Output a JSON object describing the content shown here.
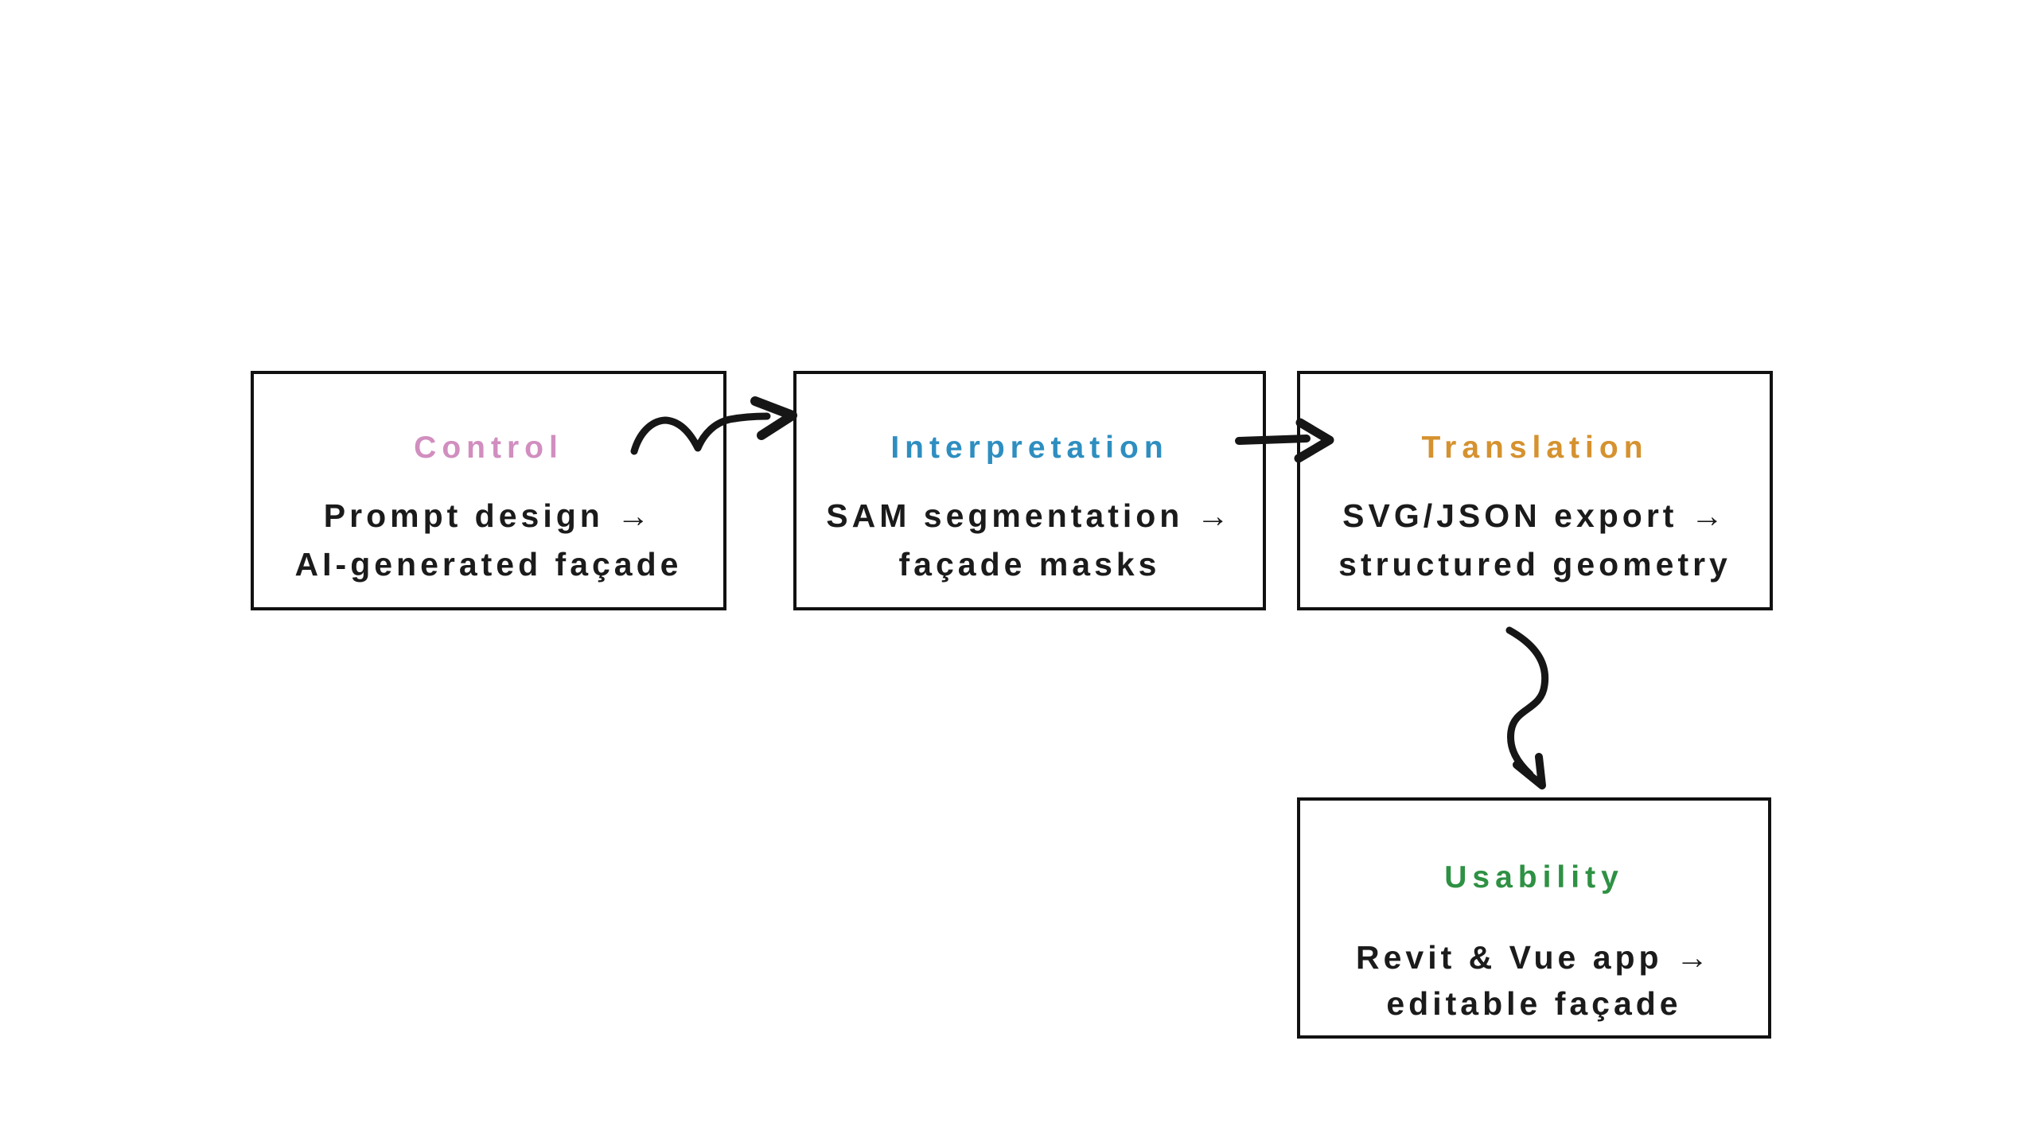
{
  "diagram": {
    "background_color": "#ffffff",
    "border_color": "#111111",
    "body_text_color": "#1b1b1b",
    "arrow_color": "#161616",
    "boxes": [
      {
        "id": "control",
        "title": "Control",
        "title_color": "#d18ebf",
        "line1": "Prompt design →",
        "line2": "AI-generated façade"
      },
      {
        "id": "interpretation",
        "title": "Interpretation",
        "title_color": "#2e8ec0",
        "line1": "SAM segmentation →",
        "line2": "façade masks"
      },
      {
        "id": "translation",
        "title": "Translation",
        "title_color": "#d5922f",
        "line1": "SVG/JSON export →",
        "line2": "structured geometry"
      },
      {
        "id": "usability",
        "title": "Usability",
        "title_color": "#2e9143",
        "line1": "Revit & Vue app →",
        "line2": "editable façade"
      }
    ],
    "arrows": [
      {
        "name": "arrow-control-to-interpretation",
        "style": "hand-drawn wavy swoosh",
        "from": "Control",
        "to": "Interpretation"
      },
      {
        "name": "arrow-interpretation-to-translation",
        "style": "hand-drawn straight",
        "from": "Interpretation",
        "to": "Translation"
      },
      {
        "name": "arrow-translation-to-usability",
        "style": "hand-drawn s-curve",
        "from": "Translation",
        "to": "Usability"
      }
    ]
  }
}
